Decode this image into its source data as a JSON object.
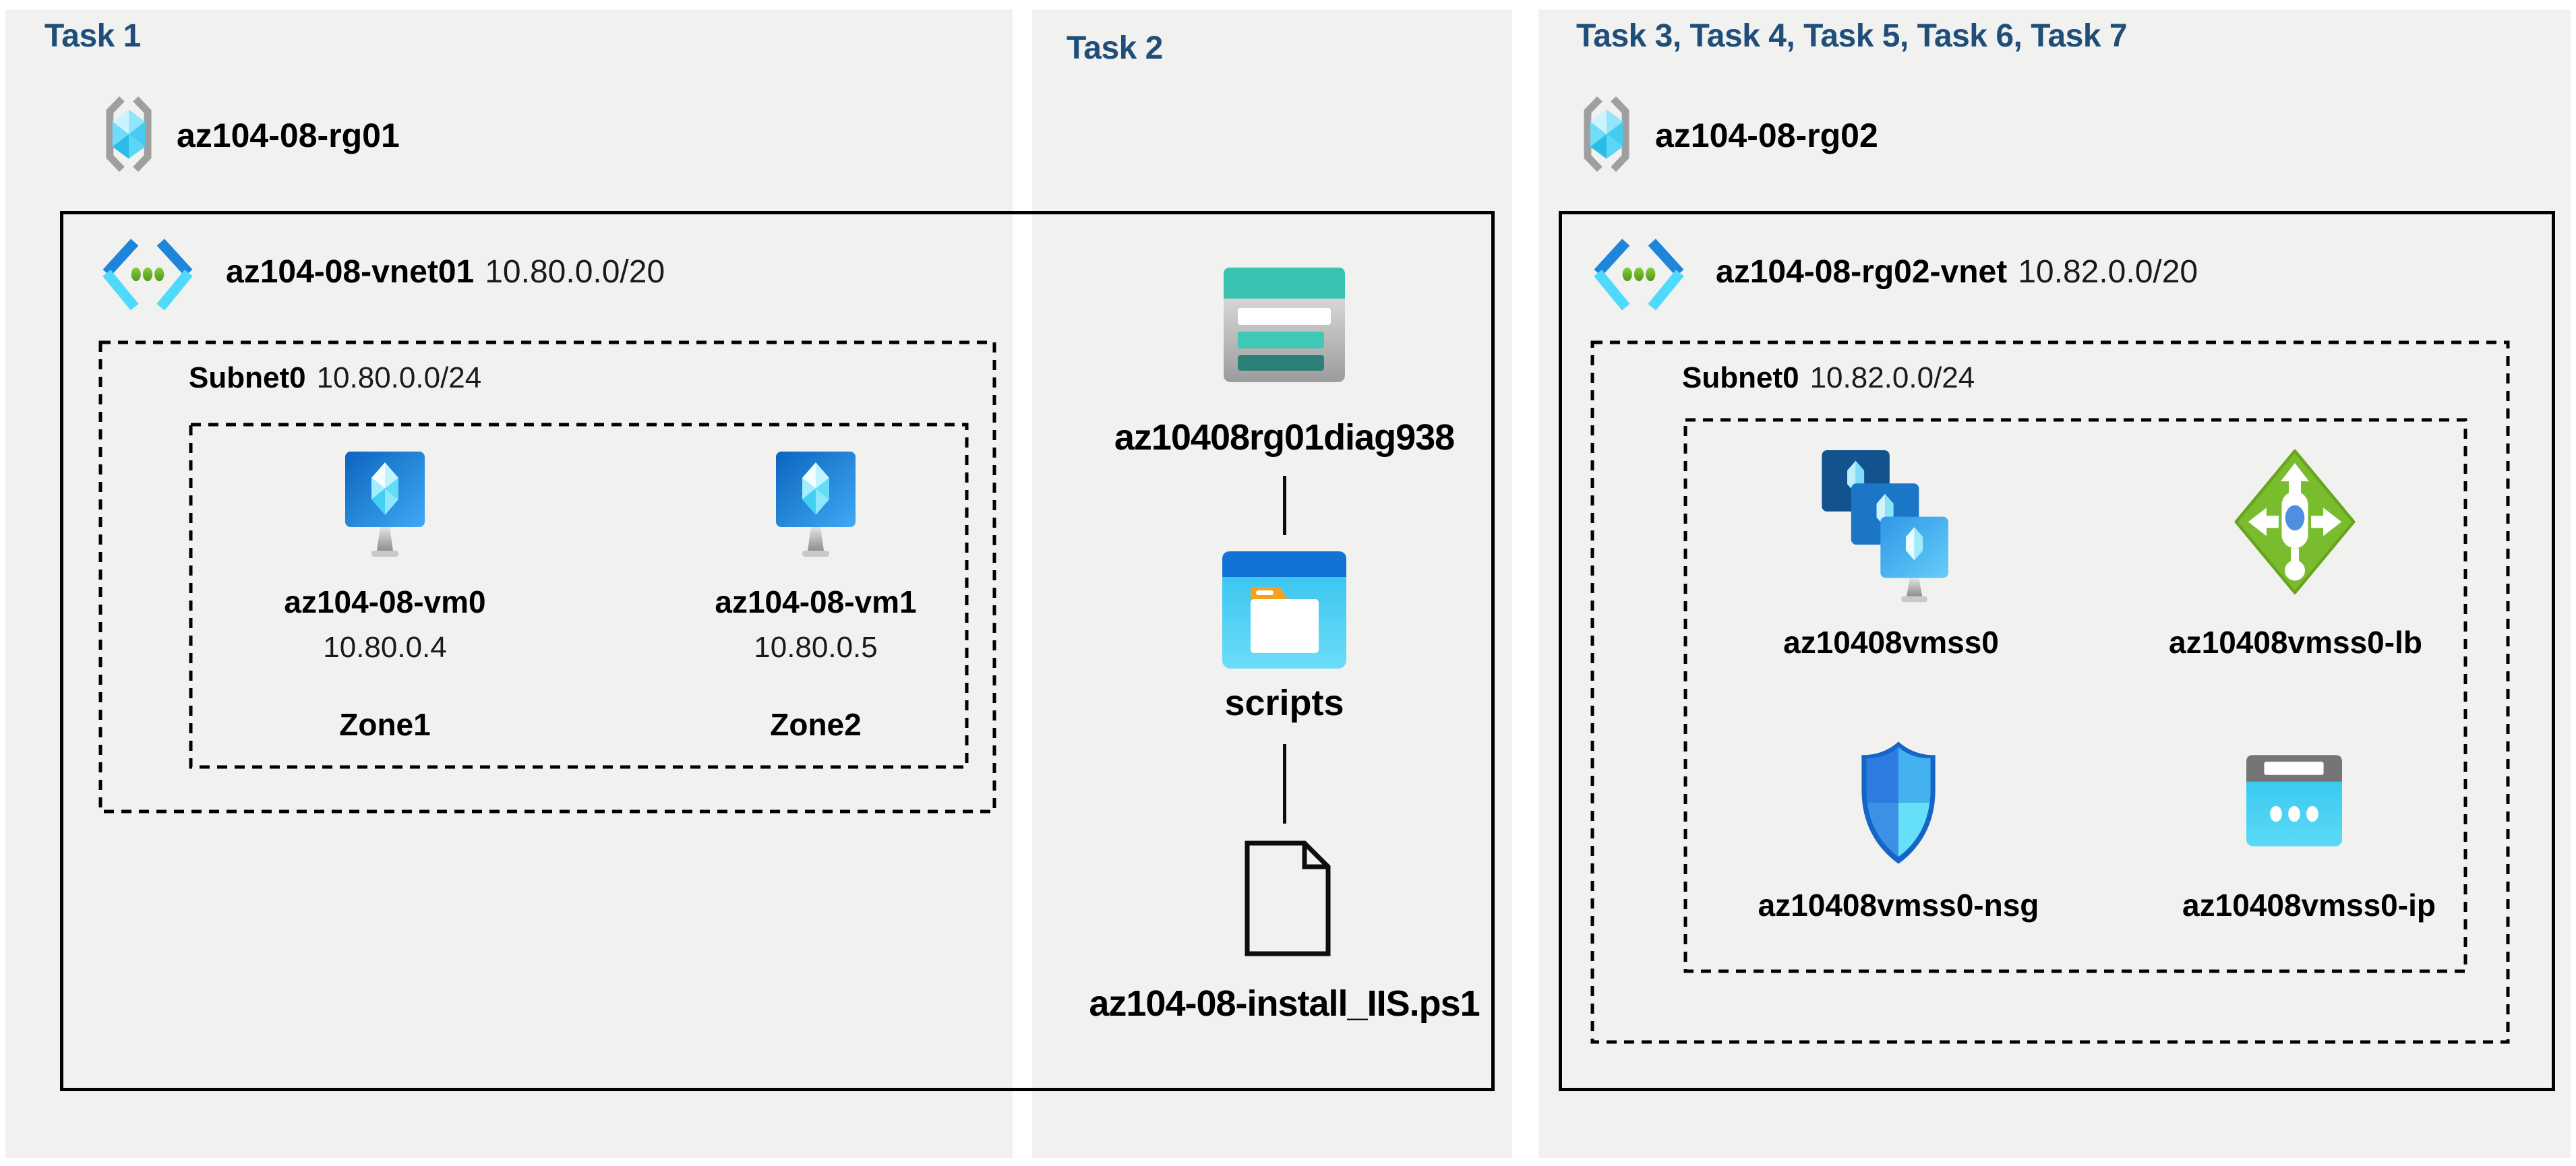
{
  "colors": {
    "background": "#ffffff",
    "panel": "#f1f1f0",
    "header": "#1f4e79",
    "text": "#000000",
    "border": "#000000",
    "vnet_blue": "#1e86da",
    "vnet_cyan": "#4fd9fb",
    "dot_green": "#69b32c",
    "storage_teal": "#3ac2b0",
    "folder_orange": "#f4a21d",
    "lb_green": "#79bd2e",
    "ip_cyan": "#2ec4ef"
  },
  "panels": [
    {
      "header": "Task 1"
    },
    {
      "header": "Task 2"
    },
    {
      "header": "Task 3, Task 4, Task 5, Task 6, Task 7"
    }
  ],
  "task1": {
    "resource_group": {
      "name": "az104-08-rg01",
      "icon": "resource-group-icon"
    },
    "vnet": {
      "name": "az104-08-vnet01",
      "cidr": "10.80.0.0/20",
      "icon": "virtual-network-icon"
    },
    "subnet": {
      "name": "Subnet0",
      "cidr": "10.80.0.0/24"
    },
    "vms": [
      {
        "name": "az104-08-vm0",
        "ip": "10.80.0.4",
        "zone": "Zone1",
        "icon": "virtual-machine-icon"
      },
      {
        "name": "az104-08-vm1",
        "ip": "10.80.0.5",
        "zone": "Zone2",
        "icon": "virtual-machine-icon"
      }
    ]
  },
  "task2": {
    "storage_account": {
      "name": "az10408rg01diag938",
      "icon": "storage-account-icon"
    },
    "folder": {
      "name": "scripts",
      "icon": "folder-window-icon"
    },
    "file": {
      "name": "az104-08-install_IIS.ps1",
      "icon": "document-file-icon"
    }
  },
  "task3": {
    "resource_group": {
      "name": "az104-08-rg02",
      "icon": "resource-group-icon"
    },
    "vnet": {
      "name": "az104-08-rg02-vnet",
      "cidr": "10.82.0.0/20",
      "icon": "virtual-network-icon"
    },
    "subnet": {
      "name": "Subnet0",
      "cidr": "10.82.0.0/24"
    },
    "resources": [
      {
        "name": "az10408vmss0",
        "icon": "vm-scale-set-icon"
      },
      {
        "name": "az10408vmss0-lb",
        "icon": "load-balancer-icon"
      },
      {
        "name": "az10408vmss0-nsg",
        "icon": "network-security-group-icon"
      },
      {
        "name": "az10408vmss0-ip",
        "icon": "public-ip-icon"
      }
    ]
  }
}
